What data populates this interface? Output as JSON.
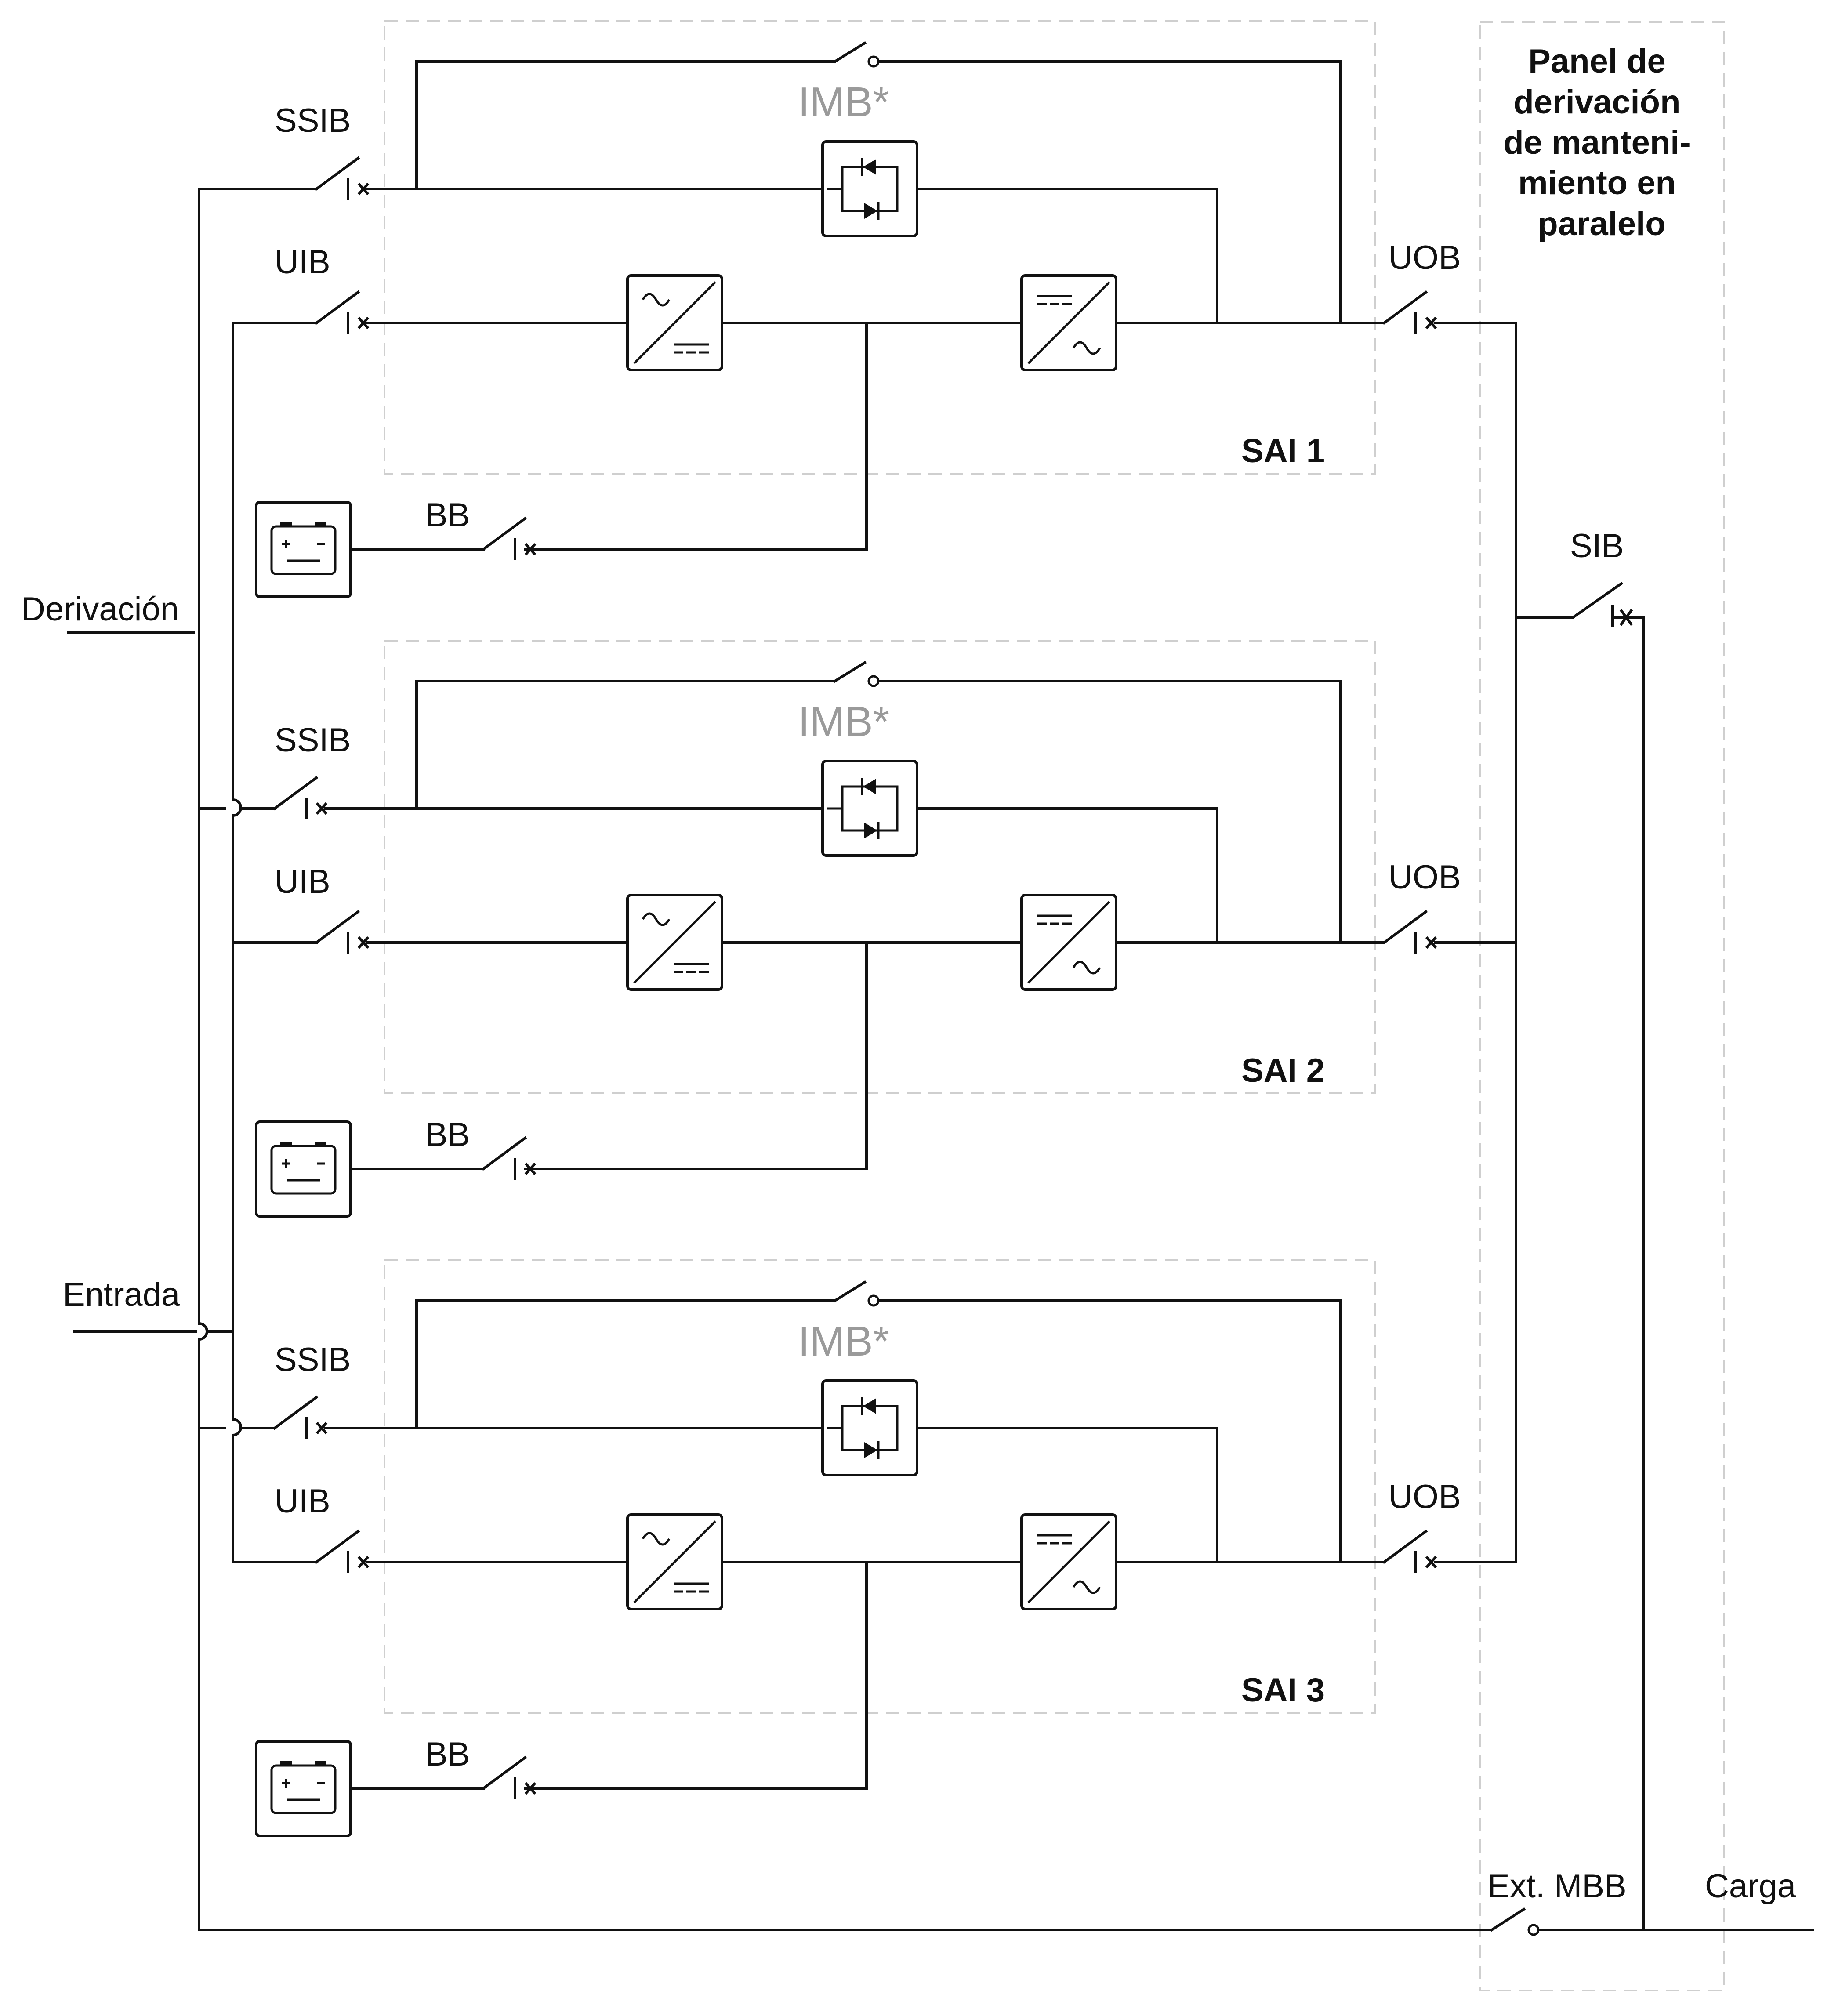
{
  "labels": {
    "derivacion": "Derivación",
    "entrada": "Entrada",
    "carga": "Carga",
    "ext_mbb": "Ext. MBB",
    "sib": "SIB",
    "panel_title": [
      "Panel de",
      "derivación",
      "de manteni-",
      "miento en",
      "paralelo"
    ]
  },
  "modules": [
    {
      "name": "SAI 1",
      "ssib": "SSIB",
      "uib": "UIB",
      "uob": "UOB",
      "bb": "BB",
      "imb": "IMB*"
    },
    {
      "name": "SAI 2",
      "ssib": "SSIB",
      "uib": "UIB",
      "uob": "UOB",
      "bb": "BB",
      "imb": "IMB*"
    },
    {
      "name": "SAI 3",
      "ssib": "SSIB",
      "uib": "UIB",
      "uob": "UOB",
      "bb": "BB",
      "imb": "IMB*"
    }
  ],
  "icons": {
    "switch": "circuit-breaker-icon",
    "rectifier": "ac-dc-rectifier-icon",
    "inverter": "dc-ac-inverter-icon",
    "static_switch": "thyristor-static-switch-icon",
    "battery": "battery-icon"
  },
  "colors": {
    "line": "#111111",
    "imb_text": "#9a9a9a",
    "frame": "#cfcfcf"
  }
}
